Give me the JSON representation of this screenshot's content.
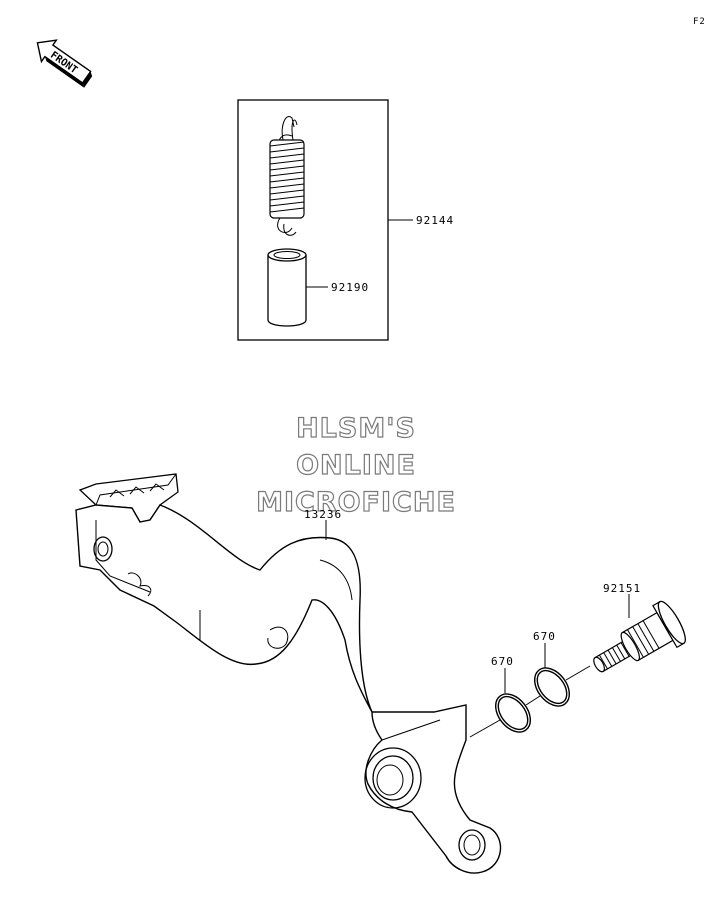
{
  "page_code": "F2",
  "front_arrow": {
    "text": "FRONT",
    "icon": "front-arrow-icon"
  },
  "parts": {
    "spring": "92144",
    "collar": "92190",
    "pedal": "13236",
    "oring_left": "670",
    "oring_right": "670",
    "shaft": "92151"
  },
  "watermark": {
    "line1": "HLSM'S",
    "line2": "ONLINE",
    "line3": "MICROFICHE"
  }
}
